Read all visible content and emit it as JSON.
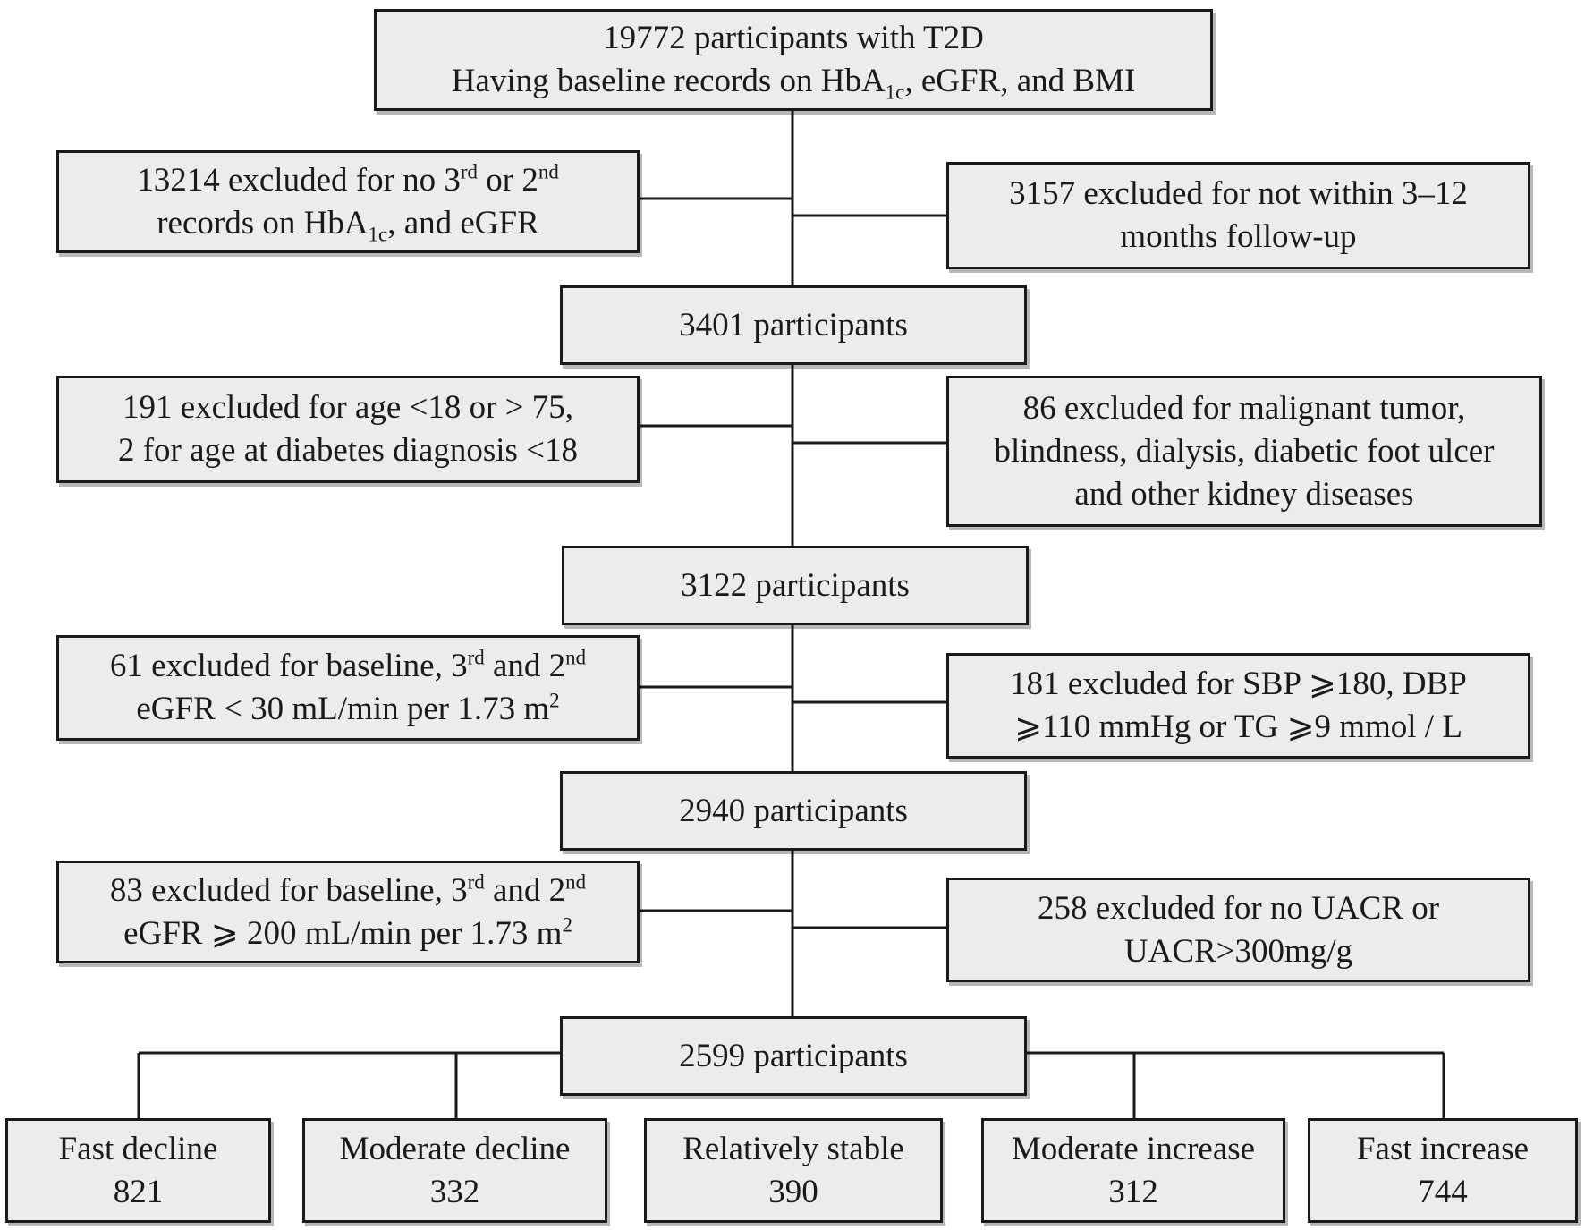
{
  "diagram": {
    "start": {
      "line1": "19772 participants with T2D",
      "line2_pre": "Having baseline records on HbA",
      "line2_sub": "1c",
      "line2_post": ", eGFR, and BMI"
    },
    "stage1": {
      "excl_left": {
        "l1_pre": "13214 excluded for no 3",
        "l1_sup1": "rd",
        "l1_mid": " or 2",
        "l1_sup2": "nd",
        "l2_pre": "records on HbA",
        "l2_sub": "1c",
        "l2_post": ", and eGFR"
      },
      "excl_right": {
        "line1": "3157 excluded for not within 3–12",
        "line2": "months follow-up"
      },
      "result": "3401 participants"
    },
    "stage2": {
      "excl_left": {
        "line1": "191 excluded for age <18 or > 75,",
        "line2": "2 for age at diabetes diagnosis <18"
      },
      "excl_right": {
        "line1": "86 excluded for malignant tumor,",
        "line2": "blindness, dialysis, diabetic foot ulcer",
        "line3": "and other kidney diseases"
      },
      "result": "3122 participants"
    },
    "stage3": {
      "excl_left": {
        "l1_pre": "61 excluded for baseline, 3",
        "l1_sup1": "rd",
        "l1_mid": " and 2",
        "l1_sup2": "nd",
        "l2_pre": "eGFR < 30 mL/min per 1.73 m",
        "l2_sup": "2"
      },
      "excl_right": {
        "line1": "181 excluded for SBP ⩾180, DBP",
        "line2": "⩾110 mmHg or TG ⩾9 mmol / L"
      },
      "result": "2940 participants"
    },
    "stage4": {
      "excl_left": {
        "l1_pre": "83 excluded for baseline, 3",
        "l1_sup1": "rd",
        "l1_mid": " and 2",
        "l1_sup2": "nd",
        "l2_pre": "eGFR ⩾ 200 mL/min per 1.73 m",
        "l2_sup": "2"
      },
      "excl_right": {
        "line1": "258 excluded for no UACR or",
        "line2": "UACR>300mg/g"
      },
      "result": "2599 participants"
    },
    "groups": [
      {
        "label": "Fast decline",
        "count": "821"
      },
      {
        "label": "Moderate decline",
        "count": "332"
      },
      {
        "label": "Relatively stable",
        "count": "390"
      },
      {
        "label": "Moderate increase",
        "count": "312"
      },
      {
        "label": "Fast increase",
        "count": "744"
      }
    ]
  }
}
